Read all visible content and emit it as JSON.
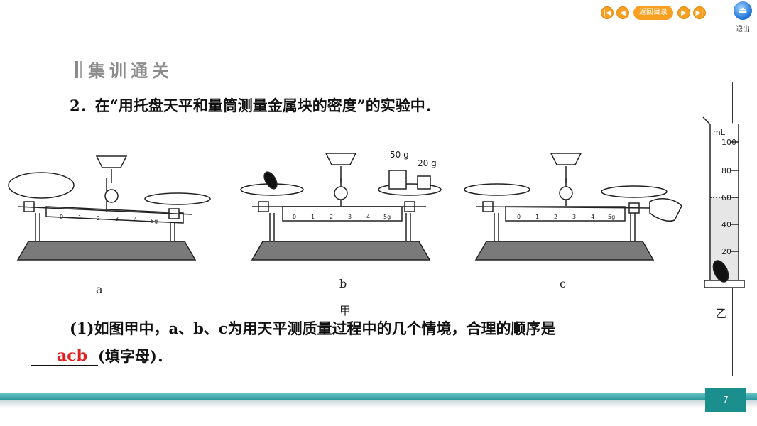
{
  "nav": {
    "first_icon": "skip-back-icon",
    "prev_icon": "triangle-left-icon",
    "toc_label": "返回目录",
    "next_icon": "triangle-right-icon",
    "last_icon": "skip-forward-icon",
    "exit_label": "退出",
    "accent_color": "#f7a021"
  },
  "section_title": "集训通关",
  "question": {
    "number_text": "2．在“用托盘天平和量筒测量金属块的密度”的实验中．",
    "sub_question": "(1)如图甲中，a、b、c为用天平测质量过程中的几个情境，合理的顺序是",
    "suffix": "(填字母)．",
    "answer": "acb",
    "answer_color": "#e02020"
  },
  "figures": {
    "a_label": "a",
    "b_label": "b",
    "c_label": "c",
    "group_label": "甲",
    "cylinder_label": "乙",
    "scale_ticks": [
      "0",
      "1",
      "2",
      "3",
      "4",
      "5g"
    ],
    "weight_50": "50 g",
    "weight_20": "20 g",
    "cylinder_unit": "mL",
    "cylinder_ticks": [
      "100",
      "80",
      "60",
      "40",
      "20"
    ]
  },
  "page_number": "7"
}
